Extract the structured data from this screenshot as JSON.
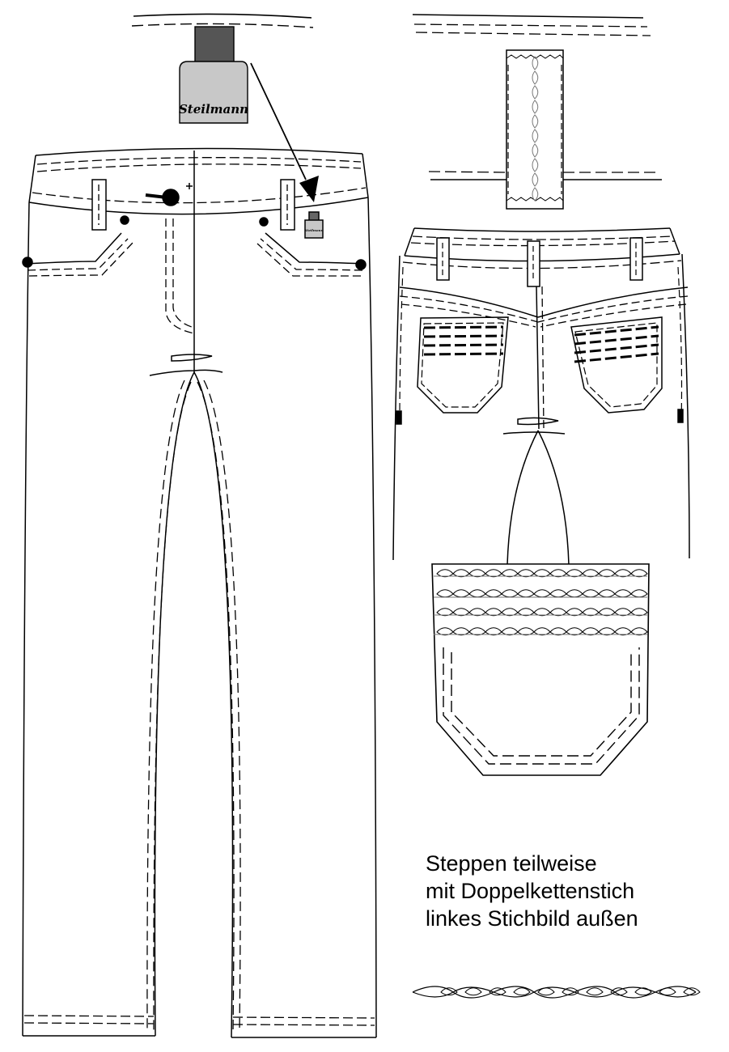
{
  "label": {
    "brand_text": "Steilmann",
    "brand_text_small": "Steilmann"
  },
  "note": {
    "line1": "Steppen teilweise",
    "line2": "mit Doppelkettenstich",
    "line3": "linkes Stichbild außen"
  },
  "colors": {
    "line": "#000000",
    "label_fill": "#c8c8c8",
    "tape_fill": "#555555",
    "thread": "#777777"
  }
}
